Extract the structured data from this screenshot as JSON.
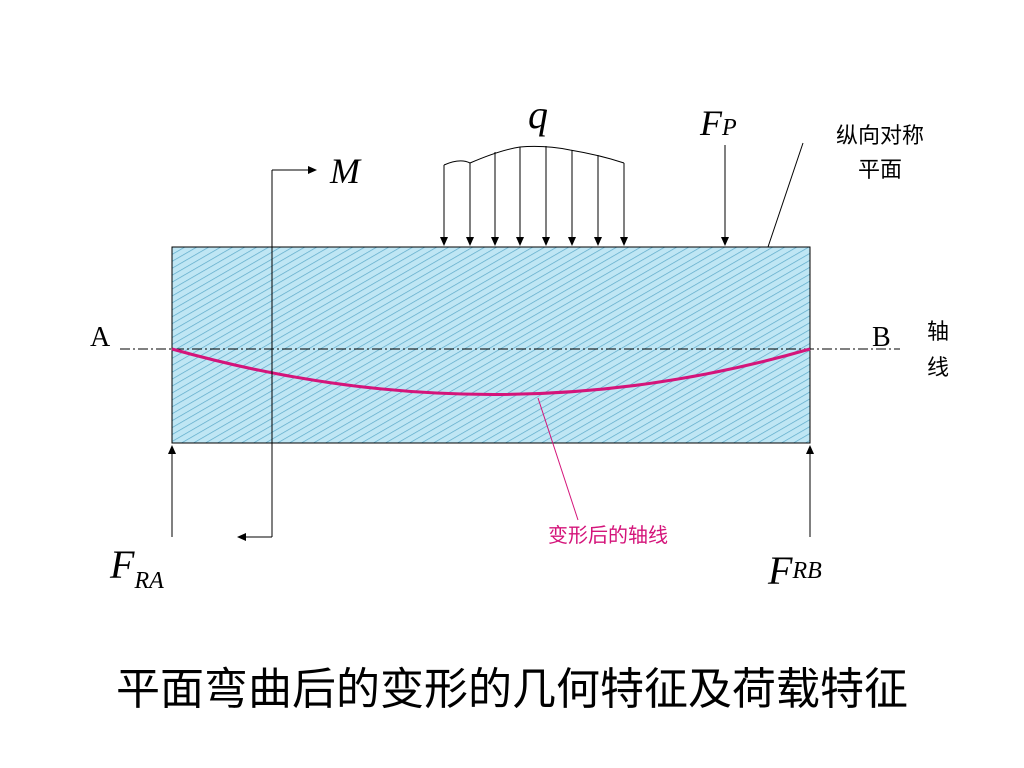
{
  "labels": {
    "q": "q",
    "fp_main": "F",
    "fp_sub": "P",
    "moment": "M",
    "plane_line1": "纵向对称",
    "plane_line2": "平面",
    "axis_line1": "轴",
    "axis_line2": "线",
    "end_a": "A",
    "end_b": "B",
    "fra_main": "F",
    "fra_sub": "RA",
    "frb_main": "F",
    "frb_sub": "RB",
    "deformed_axis": "变形后的轴线"
  },
  "caption": "平面弯曲后的变形的几何特征及荷载特征",
  "colors": {
    "beam_fill": "#bfe6f4",
    "beam_hatch": "#5aa9c9",
    "deformed_curve": "#d4147a",
    "ink": "#000000"
  }
}
